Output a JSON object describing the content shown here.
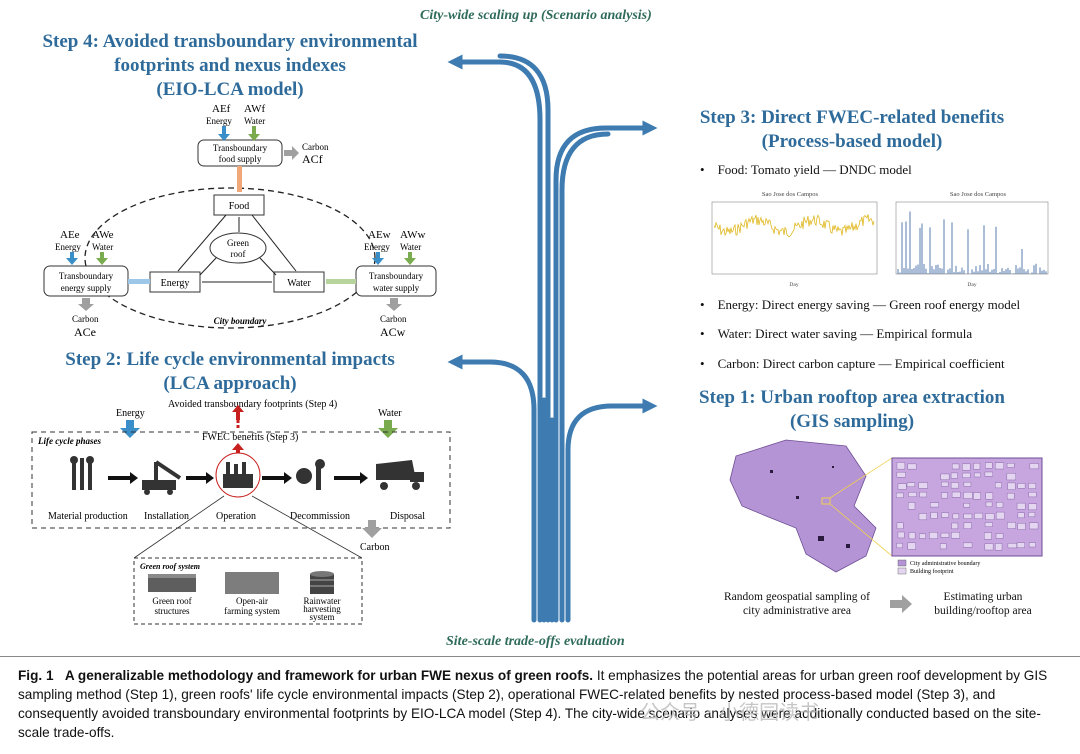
{
  "top_label": "City-wide scaling up (Scenario analysis)",
  "bottom_label": "Site-scale trade-offs evaluation",
  "step4": {
    "title_l1": "Step 4: Avoided transboundary environmental",
    "title_l2": "footprints and nexus indexes",
    "title_l3": "(EIO-LCA model)",
    "food_box": [
      "Transboundary",
      "food supply"
    ],
    "energy_box": [
      "Transboundary",
      "energy supply"
    ],
    "water_box": [
      "Transboundary",
      "water supply"
    ],
    "ae_f": "AEf",
    "aw_f": "AWf",
    "ac_f": "ACf",
    "ae_e": "AEe",
    "aw_e": "AWe",
    "ac_e": "ACe",
    "ae_w": "AEw",
    "aw_w": "AWw",
    "ac_w": "ACw",
    "energy_lbl": "Energy",
    "water_lbl": "Water",
    "carbon_lbl": "Carbon",
    "node_food": "Food",
    "node_energy": "Energy",
    "node_water": "Water",
    "green_roof": [
      "Green",
      "roof"
    ],
    "city_boundary": "City boundary"
  },
  "step2": {
    "title_l1": "Step 2: Life cycle environmental impacts",
    "title_l2": "(LCA approach)",
    "avoided": "Avoided transboundary footprints (Step 4)",
    "fwec": "FWEC benefits (Step 3)",
    "energy": "Energy",
    "water": "Water",
    "carbon": "Carbon",
    "phases_label": "Life cycle phases",
    "phases": [
      "Material production",
      "Installation",
      "Operation",
      "Decommission",
      "Disposal"
    ],
    "grs_label": "Green roof system",
    "grs_items": [
      [
        "Green roof",
        "structures"
      ],
      [
        "Open-air",
        "farming system"
      ],
      [
        "Rainwater",
        "harvesting",
        "system"
      ]
    ]
  },
  "step3": {
    "title_l1": "Step 3: Direct FWEC-related benefits",
    "title_l2": "(Process-based model)",
    "bullets": [
      {
        "key": "Food:",
        "text": " Tomato yield — DNDC model"
      },
      {
        "key": "Energy:",
        "text": " Direct energy saving — Green roof energy model"
      },
      {
        "key": "Water:",
        "text": " Direct water saving — Empirical formula"
      },
      {
        "key": "Carbon:",
        "text": " Direct carbon capture — Empirical coefficient"
      }
    ],
    "chart_title_left": "Sao Jose dos Campos",
    "chart_title_right": "Sao Jose dos Campos",
    "chart_xlabel": "Day"
  },
  "step1": {
    "title_l1": "Step 1: Urban rooftop area extraction",
    "title_l2": "(GIS sampling)",
    "legend": [
      "City administrative boundary",
      "Building footprint"
    ],
    "left_caption": [
      "Random geospatial sampling of",
      "city administrative area"
    ],
    "right_caption": [
      "Estimating urban",
      "building/rooftop area"
    ]
  },
  "caption": {
    "fig": "Fig. 1",
    "bold": "A generalizable methodology and framework for urban FWE nexus of green roofs.",
    "rest": " It emphasizes the potential areas for urban green roof development by GIS sampling method (Step 1), green roofs' life cycle environmental impacts (Step 2), operational FWEC-related benefits by nested process-based model (Step 3), and consequently avoided transboundary environmental footprints by EIO-LCA model (Step 4). The city-wide scenario analyses were additionally conducted based on the site-scale trade-offs.",
    "watermark": "公众号 · 小德园读书"
  },
  "colors": {
    "heading": "#2f6b9a",
    "trunk": "#3d7bb0",
    "energy_arrow": "#3a8fc8",
    "water_arrow": "#7aab4e",
    "carbon_arrow": "#a0a0a0",
    "red_arrow": "#c8201e",
    "map_purple": "#b494d4"
  }
}
